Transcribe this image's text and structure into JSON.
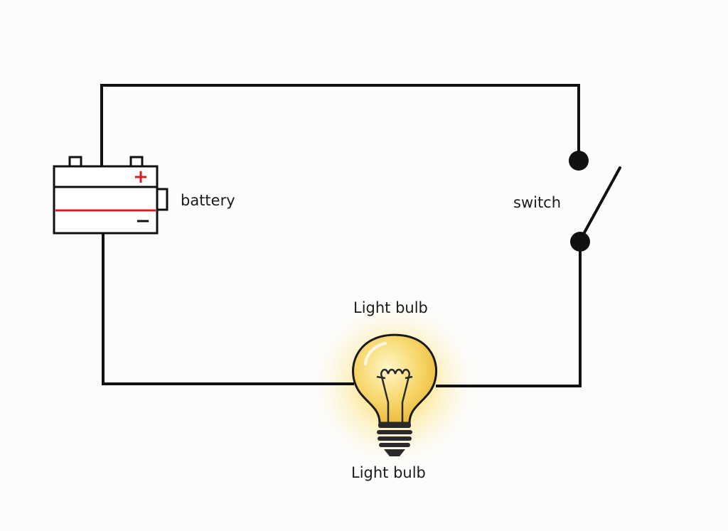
{
  "diagram": {
    "labels": {
      "battery": "battery",
      "switch": "switch",
      "bulb_top": "Light bulb",
      "bulb_bottom": "Light bulb"
    },
    "battery": {
      "positive_symbol": "+",
      "negative_symbol": "−",
      "terminal_color": "#d61f26"
    },
    "bulb": {
      "state": "lit",
      "glow_color": "#ffe27a"
    },
    "switch": {
      "state": "open"
    },
    "wire_color": "#111111"
  }
}
